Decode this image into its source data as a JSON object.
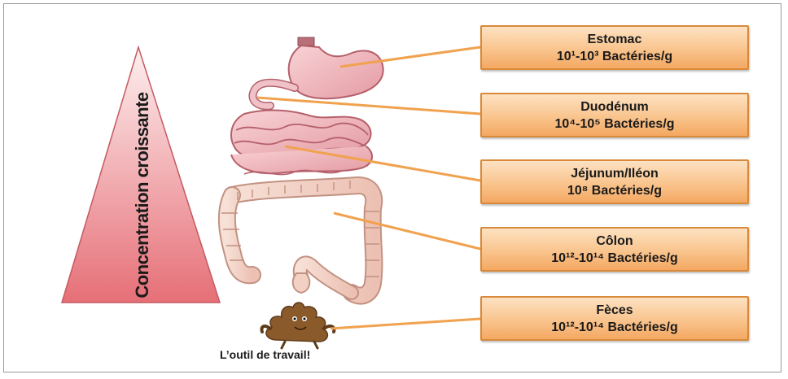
{
  "gradient_label": "Concentration croissante",
  "regions": [
    {
      "name": "Estomac",
      "value": "10¹-10³ Bactéries/g"
    },
    {
      "name": "Duodénum",
      "value": "10⁴-10⁵ Bactéries/g"
    },
    {
      "name": "Jéjunum/Iléon",
      "value": "10⁸ Bactéries/g"
    },
    {
      "name": "Côlon",
      "value": "10¹²-10¹⁴ Bactéries/g"
    },
    {
      "name": "Fèces",
      "value": "10¹²-10¹⁴ Bactéries/g"
    }
  ],
  "poop_caption": "L’outil de travail!",
  "colors": {
    "triangle_top": "#fbe3e3",
    "triangle_bottom": "#e8767c",
    "box_border": "#d88a3a",
    "connector": "#f0a24e",
    "organ": "#efb6bd"
  }
}
